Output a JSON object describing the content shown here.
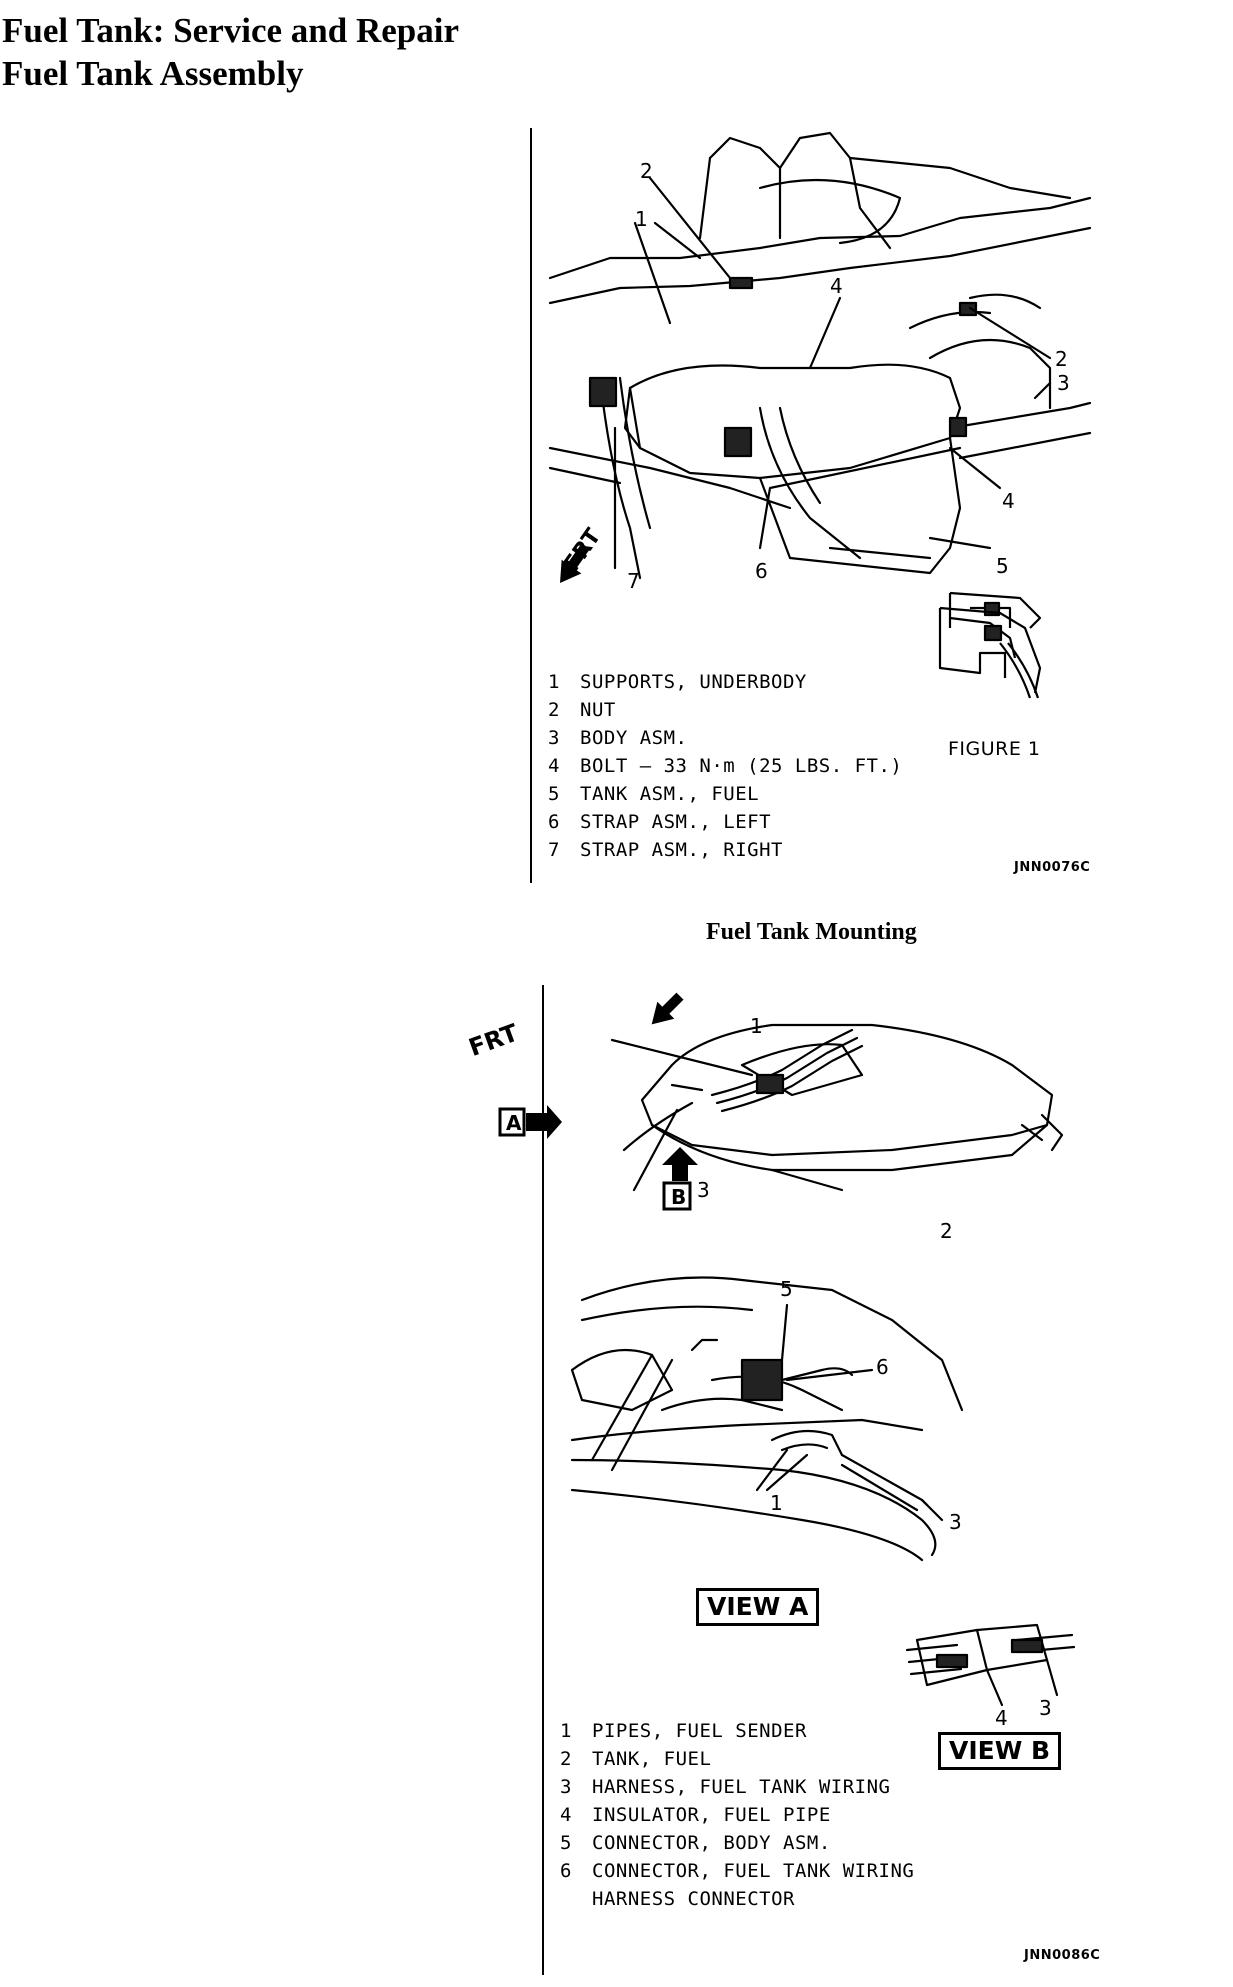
{
  "page": {
    "title_line1": "Fuel Tank: Service and Repair",
    "title_line2": "Fuel Tank Assembly"
  },
  "figure1": {
    "caption": "Fuel Tank Mounting",
    "code": "JNN0076C",
    "figure_label": "FIGURE 1",
    "direction_label": "FRT",
    "legend": [
      {
        "num": "1",
        "text": "SUPPORTS, UNDERBODY"
      },
      {
        "num": "2",
        "text": "NUT"
      },
      {
        "num": "3",
        "text": "BODY ASM."
      },
      {
        "num": "4",
        "text": "BOLT – 33 N·m (25 LBS. FT.)"
      },
      {
        "num": "5",
        "text": "TANK ASM., FUEL"
      },
      {
        "num": "6",
        "text": "STRAP ASM., LEFT"
      },
      {
        "num": "7",
        "text": "STRAP ASM., RIGHT"
      }
    ]
  },
  "figure2": {
    "code": "JNN0086C",
    "view_a": "VIEW A",
    "view_b": "VIEW B",
    "direction_label": "FRT",
    "arrow_a": "A",
    "arrow_b": "B",
    "legend": [
      {
        "num": "1",
        "text": "PIPES, FUEL SENDER"
      },
      {
        "num": "2",
        "text": "TANK, FUEL"
      },
      {
        "num": "3",
        "text": "HARNESS, FUEL TANK WIRING"
      },
      {
        "num": "4",
        "text": "INSULATOR, FUEL PIPE"
      },
      {
        "num": "5",
        "text": "CONNECTOR, BODY ASM."
      },
      {
        "num": "6",
        "text": "CONNECTOR, FUEL TANK WIRING"
      },
      {
        "num": "",
        "text": "HARNESS CONNECTOR"
      }
    ]
  },
  "callouts": {
    "n1": "1",
    "n2": "2",
    "n3": "3",
    "n4": "4",
    "n5": "5",
    "n6": "6",
    "n7": "7"
  }
}
